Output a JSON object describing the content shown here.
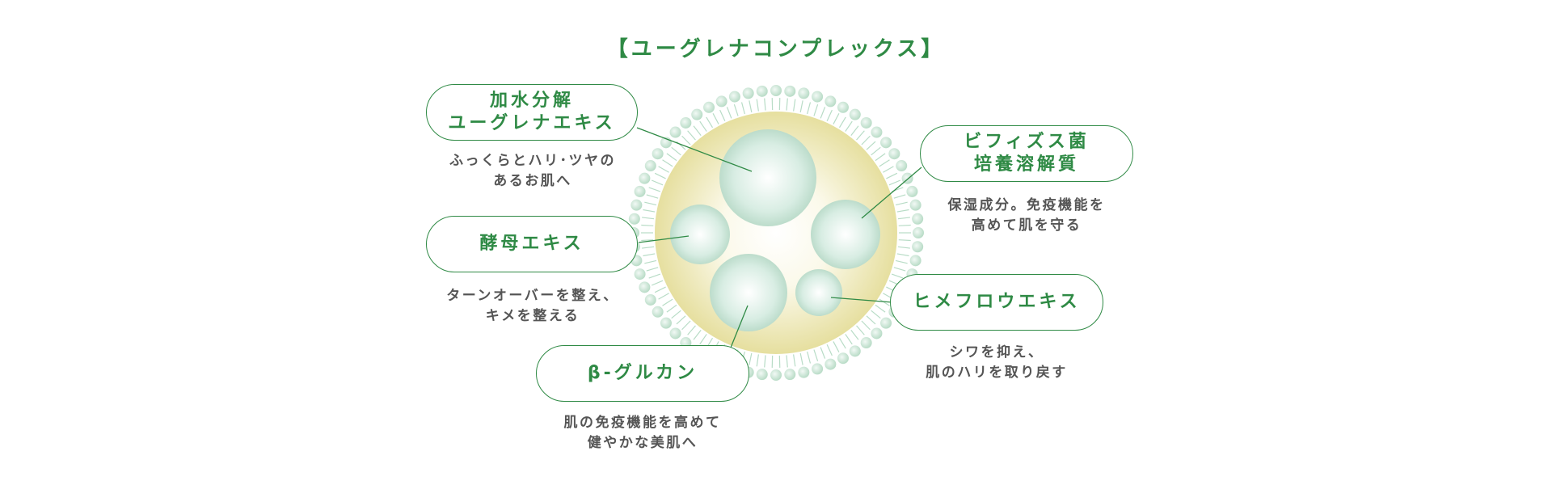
{
  "title": "【ユーグレナコンプレックス】",
  "colors": {
    "accent": "#2f8a45",
    "core": "#e8e2a8",
    "bead": "#c9e3d4",
    "sphere": "#d3ebe0"
  },
  "ingredients": [
    {
      "name_lines": [
        "加水分解",
        "ユーグレナエキス"
      ],
      "desc_lines": [
        "ふっくらとハリ･ツヤの",
        "あるお肌へ"
      ]
    },
    {
      "name_lines": [
        "酵母エキス"
      ],
      "desc_lines": [
        "ターンオーバーを整え、",
        "キメを整える"
      ]
    },
    {
      "name_lines": [
        "β-グルカン"
      ],
      "desc_lines": [
        "肌の免疫機能を高めて",
        "健やかな美肌へ"
      ]
    },
    {
      "name_lines": [
        "ビフィズス菌",
        "培養溶解質"
      ],
      "desc_lines": [
        "保湿成分。免疫機能を",
        "高めて肌を守る"
      ]
    },
    {
      "name_lines": [
        "ヒメフロウエキス"
      ],
      "desc_lines": [
        "シワを抑え、",
        "肌のハリを取り戻す"
      ]
    }
  ]
}
